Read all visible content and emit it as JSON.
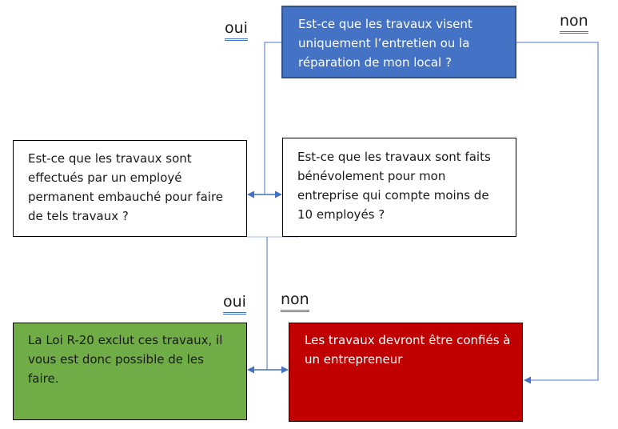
{
  "question_main": {
    "lines": [
      "Est-ce que les travaux visent",
      "uniquement l’entretien ou la",
      "réparation de mon local ?"
    ]
  },
  "question_employee": {
    "lines": [
      "Est-ce que les travaux sont",
      "effectués par un employé",
      "permanent embauché pour faire",
      "de tels travaux ?"
    ]
  },
  "question_volunteer": {
    "lines": [
      "Est-ce que les travaux sont faits",
      "bénévolement pour mon",
      "entreprise qui compte moins de",
      "10 employés ?"
    ]
  },
  "result_excluded": {
    "lines": [
      "La Loi R-20 exclut ces travaux, il",
      "vous est donc possible de les",
      "faire."
    ]
  },
  "result_contractor": {
    "lines": [
      "Les travaux devront être confiés à",
      "un entrepreneur"
    ]
  },
  "labels": {
    "oui_top": "oui",
    "non_top": "non",
    "oui_bottom": "oui",
    "non_bottom": "non"
  },
  "colors": {
    "connector": "#4472c4",
    "main_question_fill": "#4472c4",
    "excluded_fill": "#70ad47",
    "contractor_fill": "#c00000"
  }
}
